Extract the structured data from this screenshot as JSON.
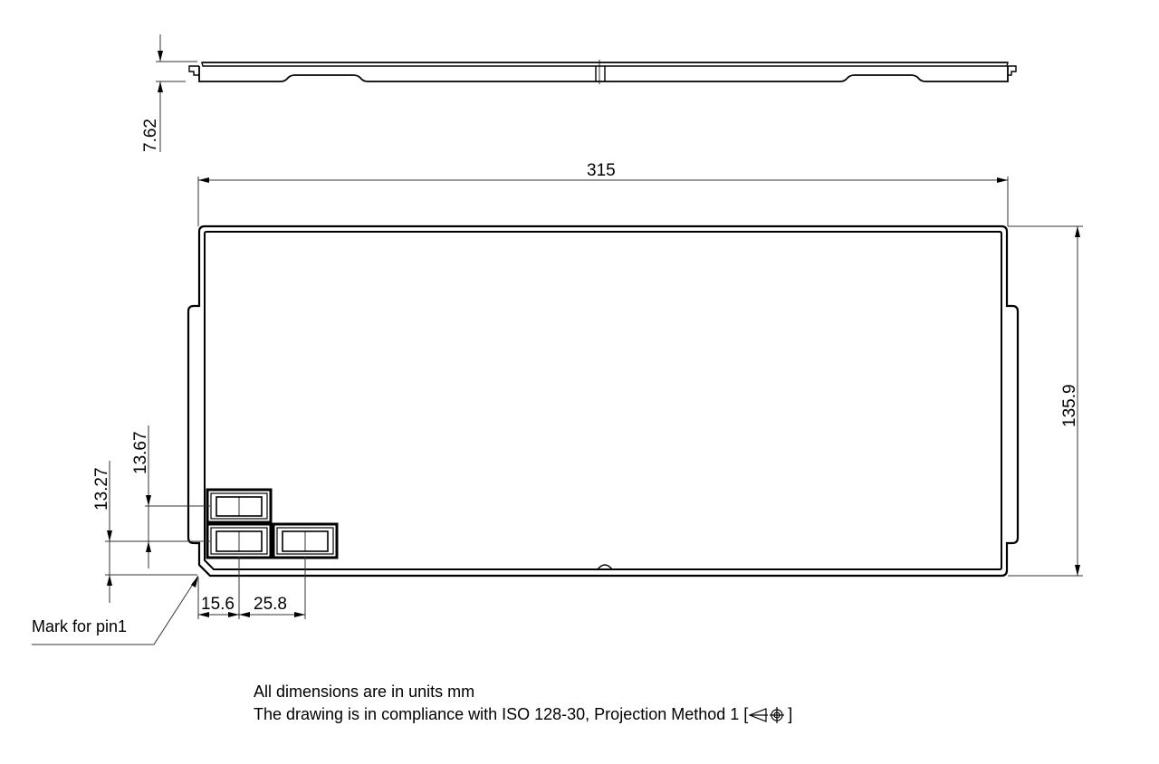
{
  "drawing": {
    "side_view": {
      "height_dim": "7.62"
    },
    "top_view": {
      "width_dim": "315",
      "height_dim": "135.9",
      "connector_offsets_vertical": [
        "13.27",
        "13.67"
      ],
      "connector_offsets_horizontal": [
        "15.6",
        "25.8"
      ],
      "pin1_label": "Mark for pin1"
    },
    "notes": {
      "units": "All dimensions are in units mm",
      "compliance": "The drawing is in compliance with ISO 128-30, Projection Method 1 [",
      "compliance_close": "]",
      "projection_symbol": "first-angle-projection-icon"
    },
    "colors": {
      "line": "#000000",
      "dim_line": "#333333",
      "background": "#ffffff"
    }
  }
}
